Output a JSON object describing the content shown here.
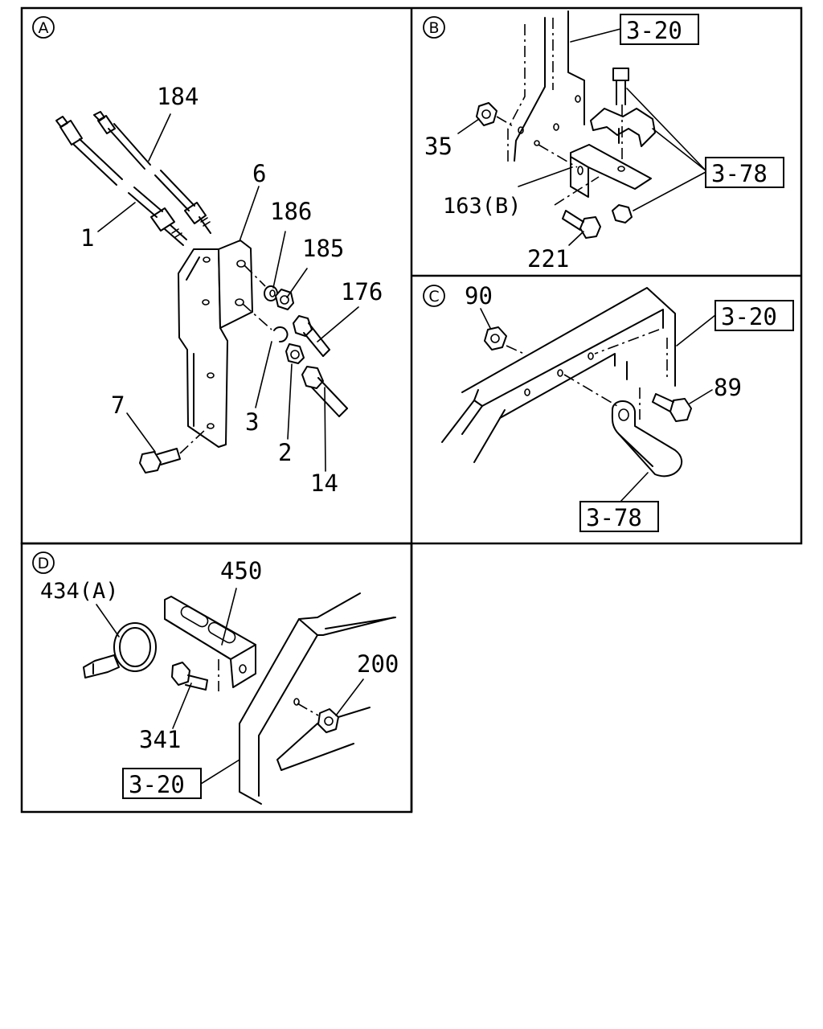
{
  "panels": {
    "A": {
      "letter": "A",
      "labels": [
        "184",
        "6",
        "186",
        "185",
        "176",
        "1",
        "7",
        "3",
        "2",
        "14"
      ]
    },
    "B": {
      "letter": "B",
      "labels": [
        "35",
        "163(B)",
        "221"
      ],
      "refs": [
        "3-20",
        "3-78"
      ]
    },
    "C": {
      "letter": "C",
      "labels": [
        "90",
        "89"
      ],
      "refs": [
        "3-20",
        "3-78"
      ]
    },
    "D": {
      "letter": "D",
      "labels": [
        "450",
        "434(A)",
        "200",
        "341"
      ],
      "refs": [
        "3-20"
      ]
    }
  }
}
